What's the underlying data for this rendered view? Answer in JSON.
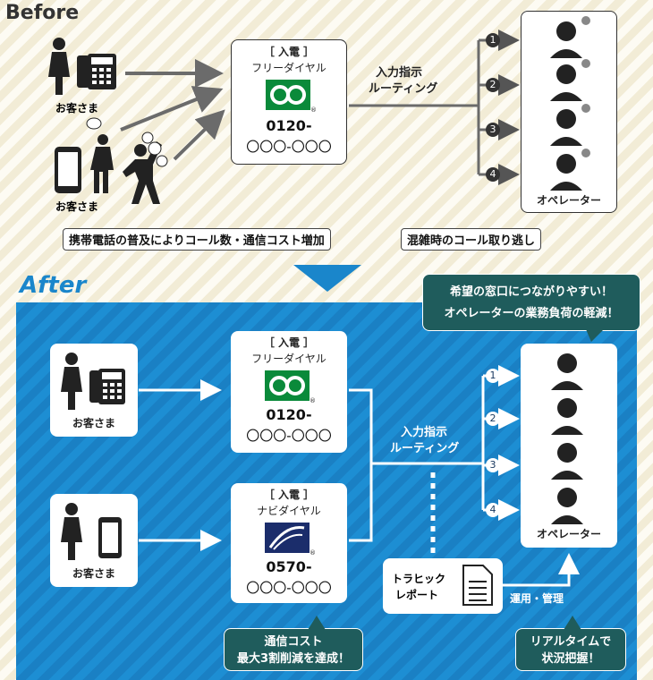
{
  "before": {
    "heading": "Before",
    "customer_label_1": "お客さま",
    "customer_label_2": "お客さま",
    "incoming": {
      "tag": "［ 入電 ］",
      "service": "フリーダイヤル",
      "number_prefix": "0120-",
      "number_rest": "〇〇〇-〇〇〇"
    },
    "routing_label_1": "入力指示",
    "routing_label_2": "ルーティング",
    "channel_numbers": [
      "1",
      "2",
      "3",
      "4"
    ],
    "operator_label": "オペレーター",
    "problems": [
      "携帯電話の普及によりコール数・通信コスト増加",
      "混雑時のコール取り逃し"
    ]
  },
  "after": {
    "heading": "After",
    "callout_lines": [
      "希望の窓口につながりやすい！",
      "オペレーターの業務負荷の軽減！"
    ],
    "customer_label_1": "お客さま",
    "customer_label_2": "お客さま",
    "incoming_free": {
      "tag": "［ 入電 ］",
      "service": "フリーダイヤル",
      "number_prefix": "0120-",
      "number_rest": "〇〇〇-〇〇〇"
    },
    "incoming_navi": {
      "tag": "［ 入電 ］",
      "service": "ナビダイヤル",
      "number_prefix": "0570-",
      "number_rest": "〇〇〇-〇〇〇"
    },
    "routing_label_1": "入力指示",
    "routing_label_2": "ルーティング",
    "channel_numbers": [
      "1",
      "2",
      "3",
      "4"
    ],
    "operator_label": "オペレーター",
    "traffic_report_1": "トラヒック",
    "traffic_report_2": "レポート",
    "ops_label": "運用・管理",
    "cost_note_1": "通信コスト",
    "cost_note_2": "最大3割削減を達成！",
    "realtime_note_1": "リアルタイムで",
    "realtime_note_2": "状況把握！"
  },
  "colors": {
    "arrow_gray": "#6b6b6b",
    "blue_bg": "#1a86cb",
    "teal": "#1f5c5c",
    "freedial_green": "#0a8a3a",
    "navi_blue": "#1b2d6b"
  }
}
